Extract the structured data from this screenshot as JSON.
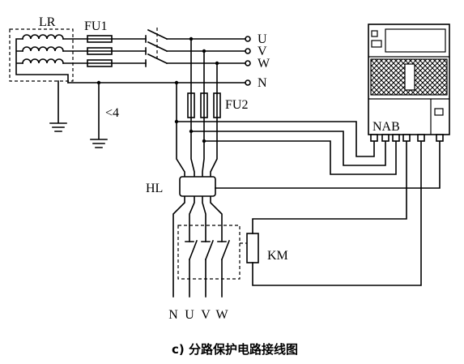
{
  "diagram": {
    "transformer_label": "LR",
    "fuse1_label": "FU1",
    "fuse2_label": "FU2",
    "ground_resistance_label": "<4",
    "terminals": [
      "U",
      "V",
      "W",
      "N"
    ],
    "protector_label": "NAB",
    "indicator_label": "HL",
    "contactor_label": "KM",
    "outputs": [
      "N",
      "U",
      "V",
      "W"
    ],
    "caption": "c) 分路保护电路接线图"
  },
  "colors": {
    "line": "#000000",
    "background": "#ffffff"
  }
}
